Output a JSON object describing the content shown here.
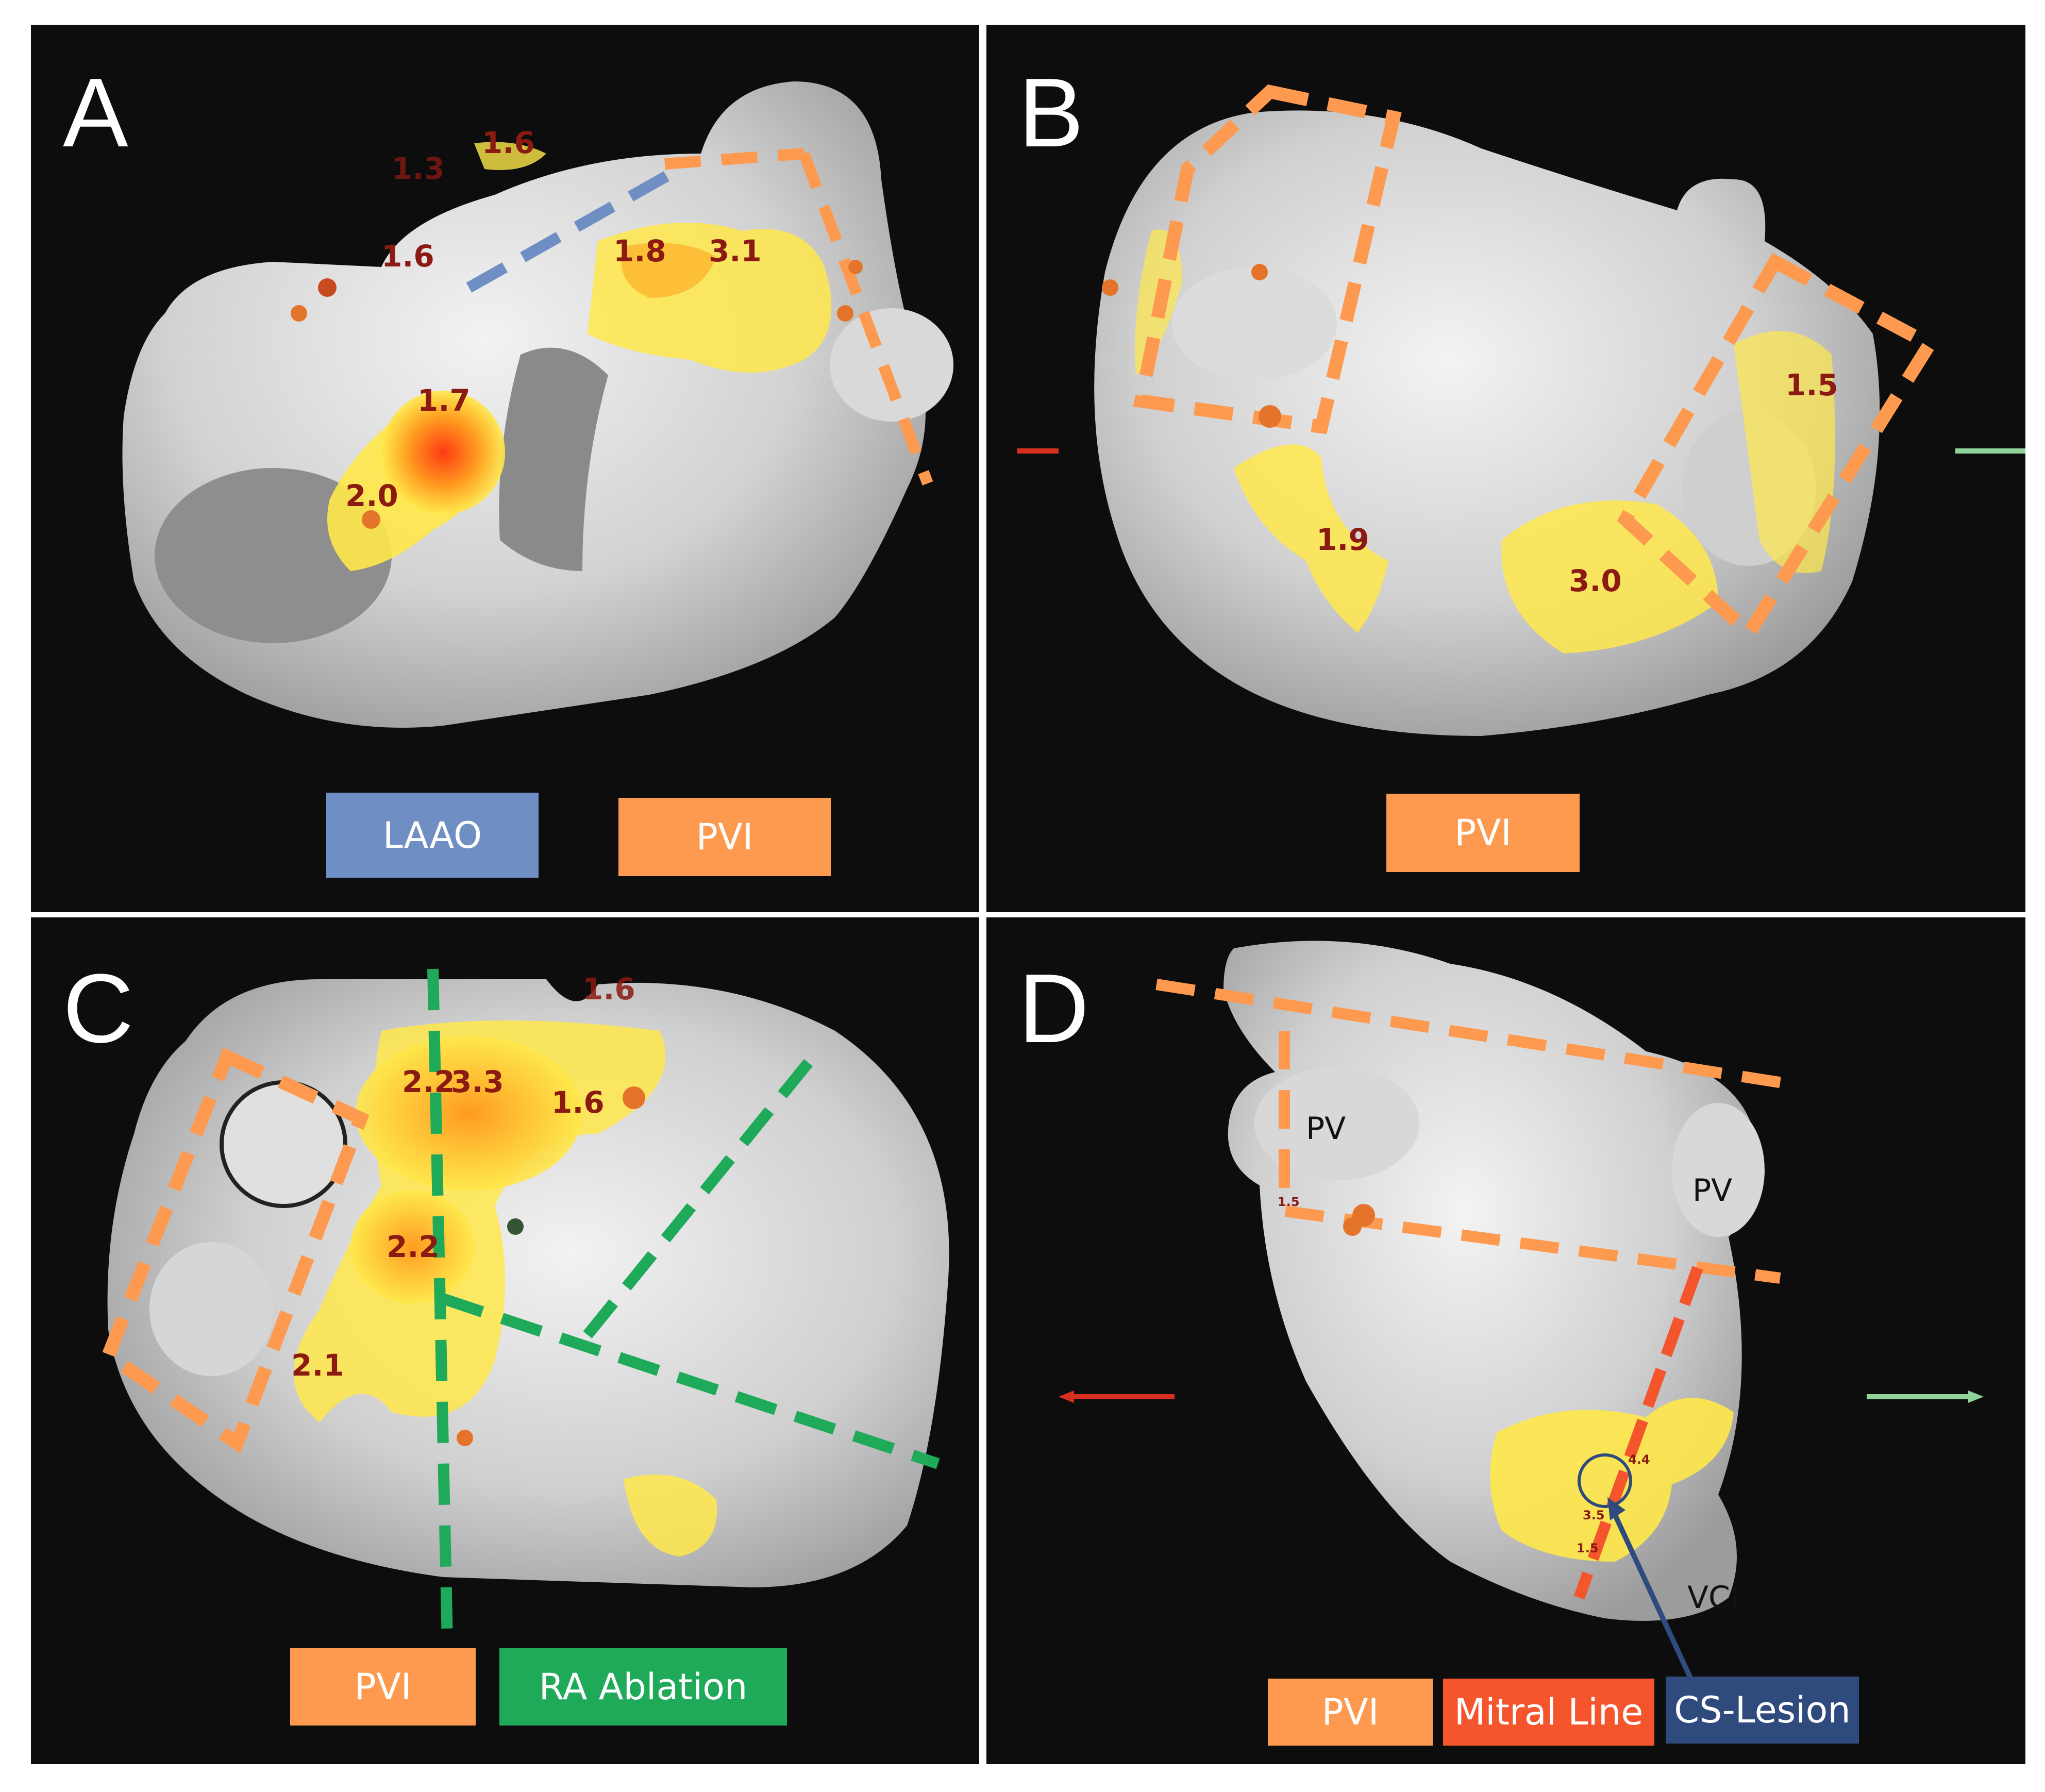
{
  "figure": {
    "panels": [
      {
        "letter": "A",
        "values": [
          "1.6",
          "1.3",
          "1.6",
          "1.8",
          "3.1",
          "1.7",
          "2.0"
        ],
        "legend": [
          {
            "label": "LAAO",
            "color": "#6f8fc4"
          },
          {
            "label": "PVI",
            "color": "#fd9a4f"
          }
        ]
      },
      {
        "letter": "B",
        "values": [
          "1.5",
          "1.9",
          "3.0"
        ],
        "legend": [
          {
            "label": "PVI",
            "color": "#fd9a4f"
          }
        ]
      },
      {
        "letter": "C",
        "values": [
          "1.6",
          "2.2",
          "3.3",
          "1.6",
          "2.2",
          "2.1"
        ],
        "legend": [
          {
            "label": "PVI",
            "color": "#fd9a4f"
          },
          {
            "label": "RA Ablation",
            "color": "#1faa5a"
          }
        ]
      },
      {
        "letter": "D",
        "values": [
          "1.5",
          "4.4",
          "3.5",
          "1.5"
        ],
        "labels": [
          "PV",
          "PV",
          "VCI"
        ],
        "legend": [
          {
            "label": "PVI",
            "color": "#fd9a4f"
          },
          {
            "label": "Mitral Line",
            "color": "#f4552d"
          },
          {
            "label": "CS-Lesion",
            "color": "#2f4a7c"
          }
        ]
      }
    ]
  }
}
